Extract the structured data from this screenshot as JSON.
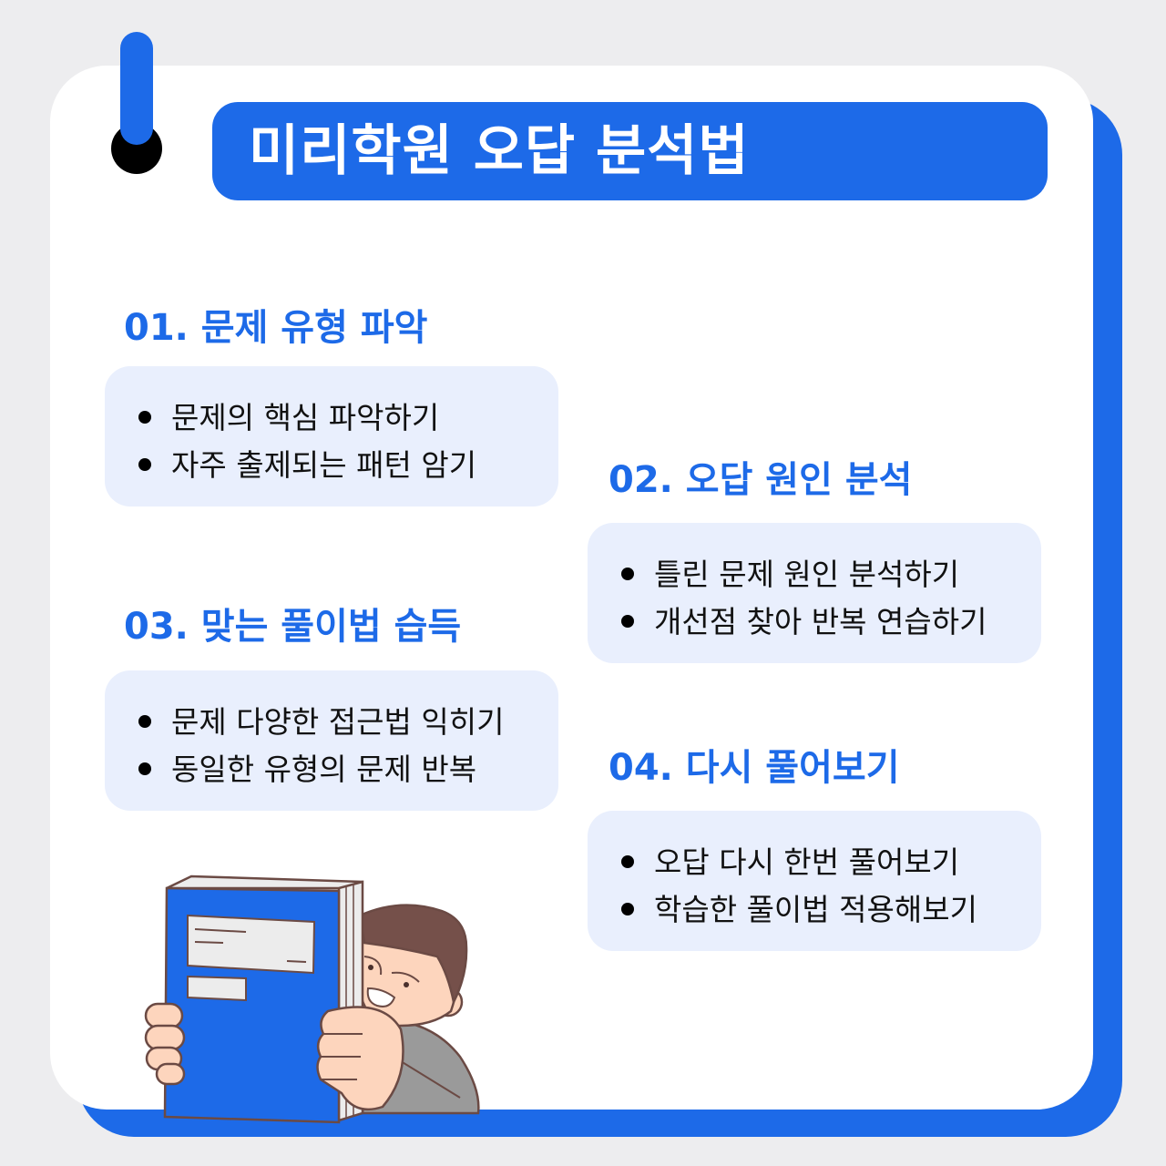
{
  "header": {
    "title": "미리학원 오답 분석법"
  },
  "colors": {
    "accent": "#1d6ae8",
    "background": "#ededef",
    "card": "#ffffff",
    "box": "#e9effd",
    "text": "#111111"
  },
  "sections": [
    {
      "title": "01. 문제 유형 파악",
      "items": [
        "문제의 핵심 파악하기",
        "자주 출제되는 패턴 암기"
      ]
    },
    {
      "title": "02. 오답 원인 분석",
      "items": [
        "틀린 문제 원인 분석하기",
        "개선점 찾아 반복 연습하기"
      ]
    },
    {
      "title": "03. 맞는 풀이법 습득",
      "items": [
        "문제 다양한 접근법 익히기",
        "동일한 유형의 문제 반복"
      ]
    },
    {
      "title": "04. 다시 풀어보기",
      "items": [
        "오답 다시 한번 풀어보기",
        "학습한 풀이법 적용해보기"
      ]
    }
  ],
  "illustration": {
    "icon": "person-holding-book-icon"
  }
}
